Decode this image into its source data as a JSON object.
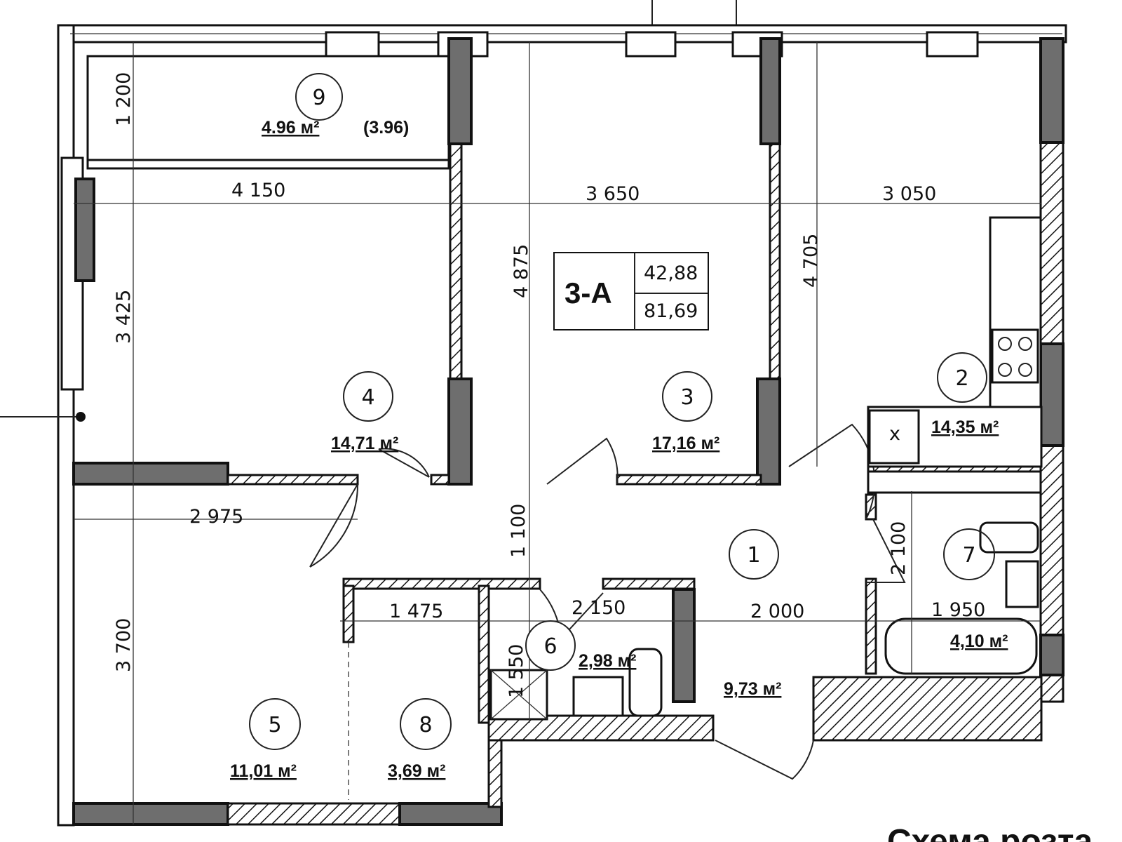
{
  "apartment": {
    "code": "3-А",
    "living_area": "42,88",
    "total_area": "81,69"
  },
  "rooms": [
    {
      "num": "1",
      "area": "9,73 м²"
    },
    {
      "num": "2",
      "area": "14,35 м²"
    },
    {
      "num": "3",
      "area": "17,16 м²"
    },
    {
      "num": "4",
      "area": "14,71 м²"
    },
    {
      "num": "5",
      "area": "11,01 м²"
    },
    {
      "num": "6",
      "area": "2,98 м²"
    },
    {
      "num": "7",
      "area": "4,10 м²"
    },
    {
      "num": "8",
      "area": "3,69 м²"
    },
    {
      "num": "9",
      "area": "4.96 м²",
      "reduced": "(3.96)"
    }
  ],
  "dimensions": {
    "w_room4": "4 150",
    "w_room3": "3 650",
    "w_room2": "3 050",
    "h_balcony": "1 200",
    "h_room4": "3 425",
    "h_room5": "3 700",
    "h_room3": "4 875",
    "h_corridor": "1 100",
    "h_room2": "4 705",
    "w_room5": "2 975",
    "w_room8": "1 475",
    "w_room6": "2 150",
    "w_room1": "2 000",
    "w_room7": "1 950",
    "h_room7": "2 100",
    "h_room6": "1 550",
    "stove_mark": "x"
  },
  "caption": "Схема розта"
}
